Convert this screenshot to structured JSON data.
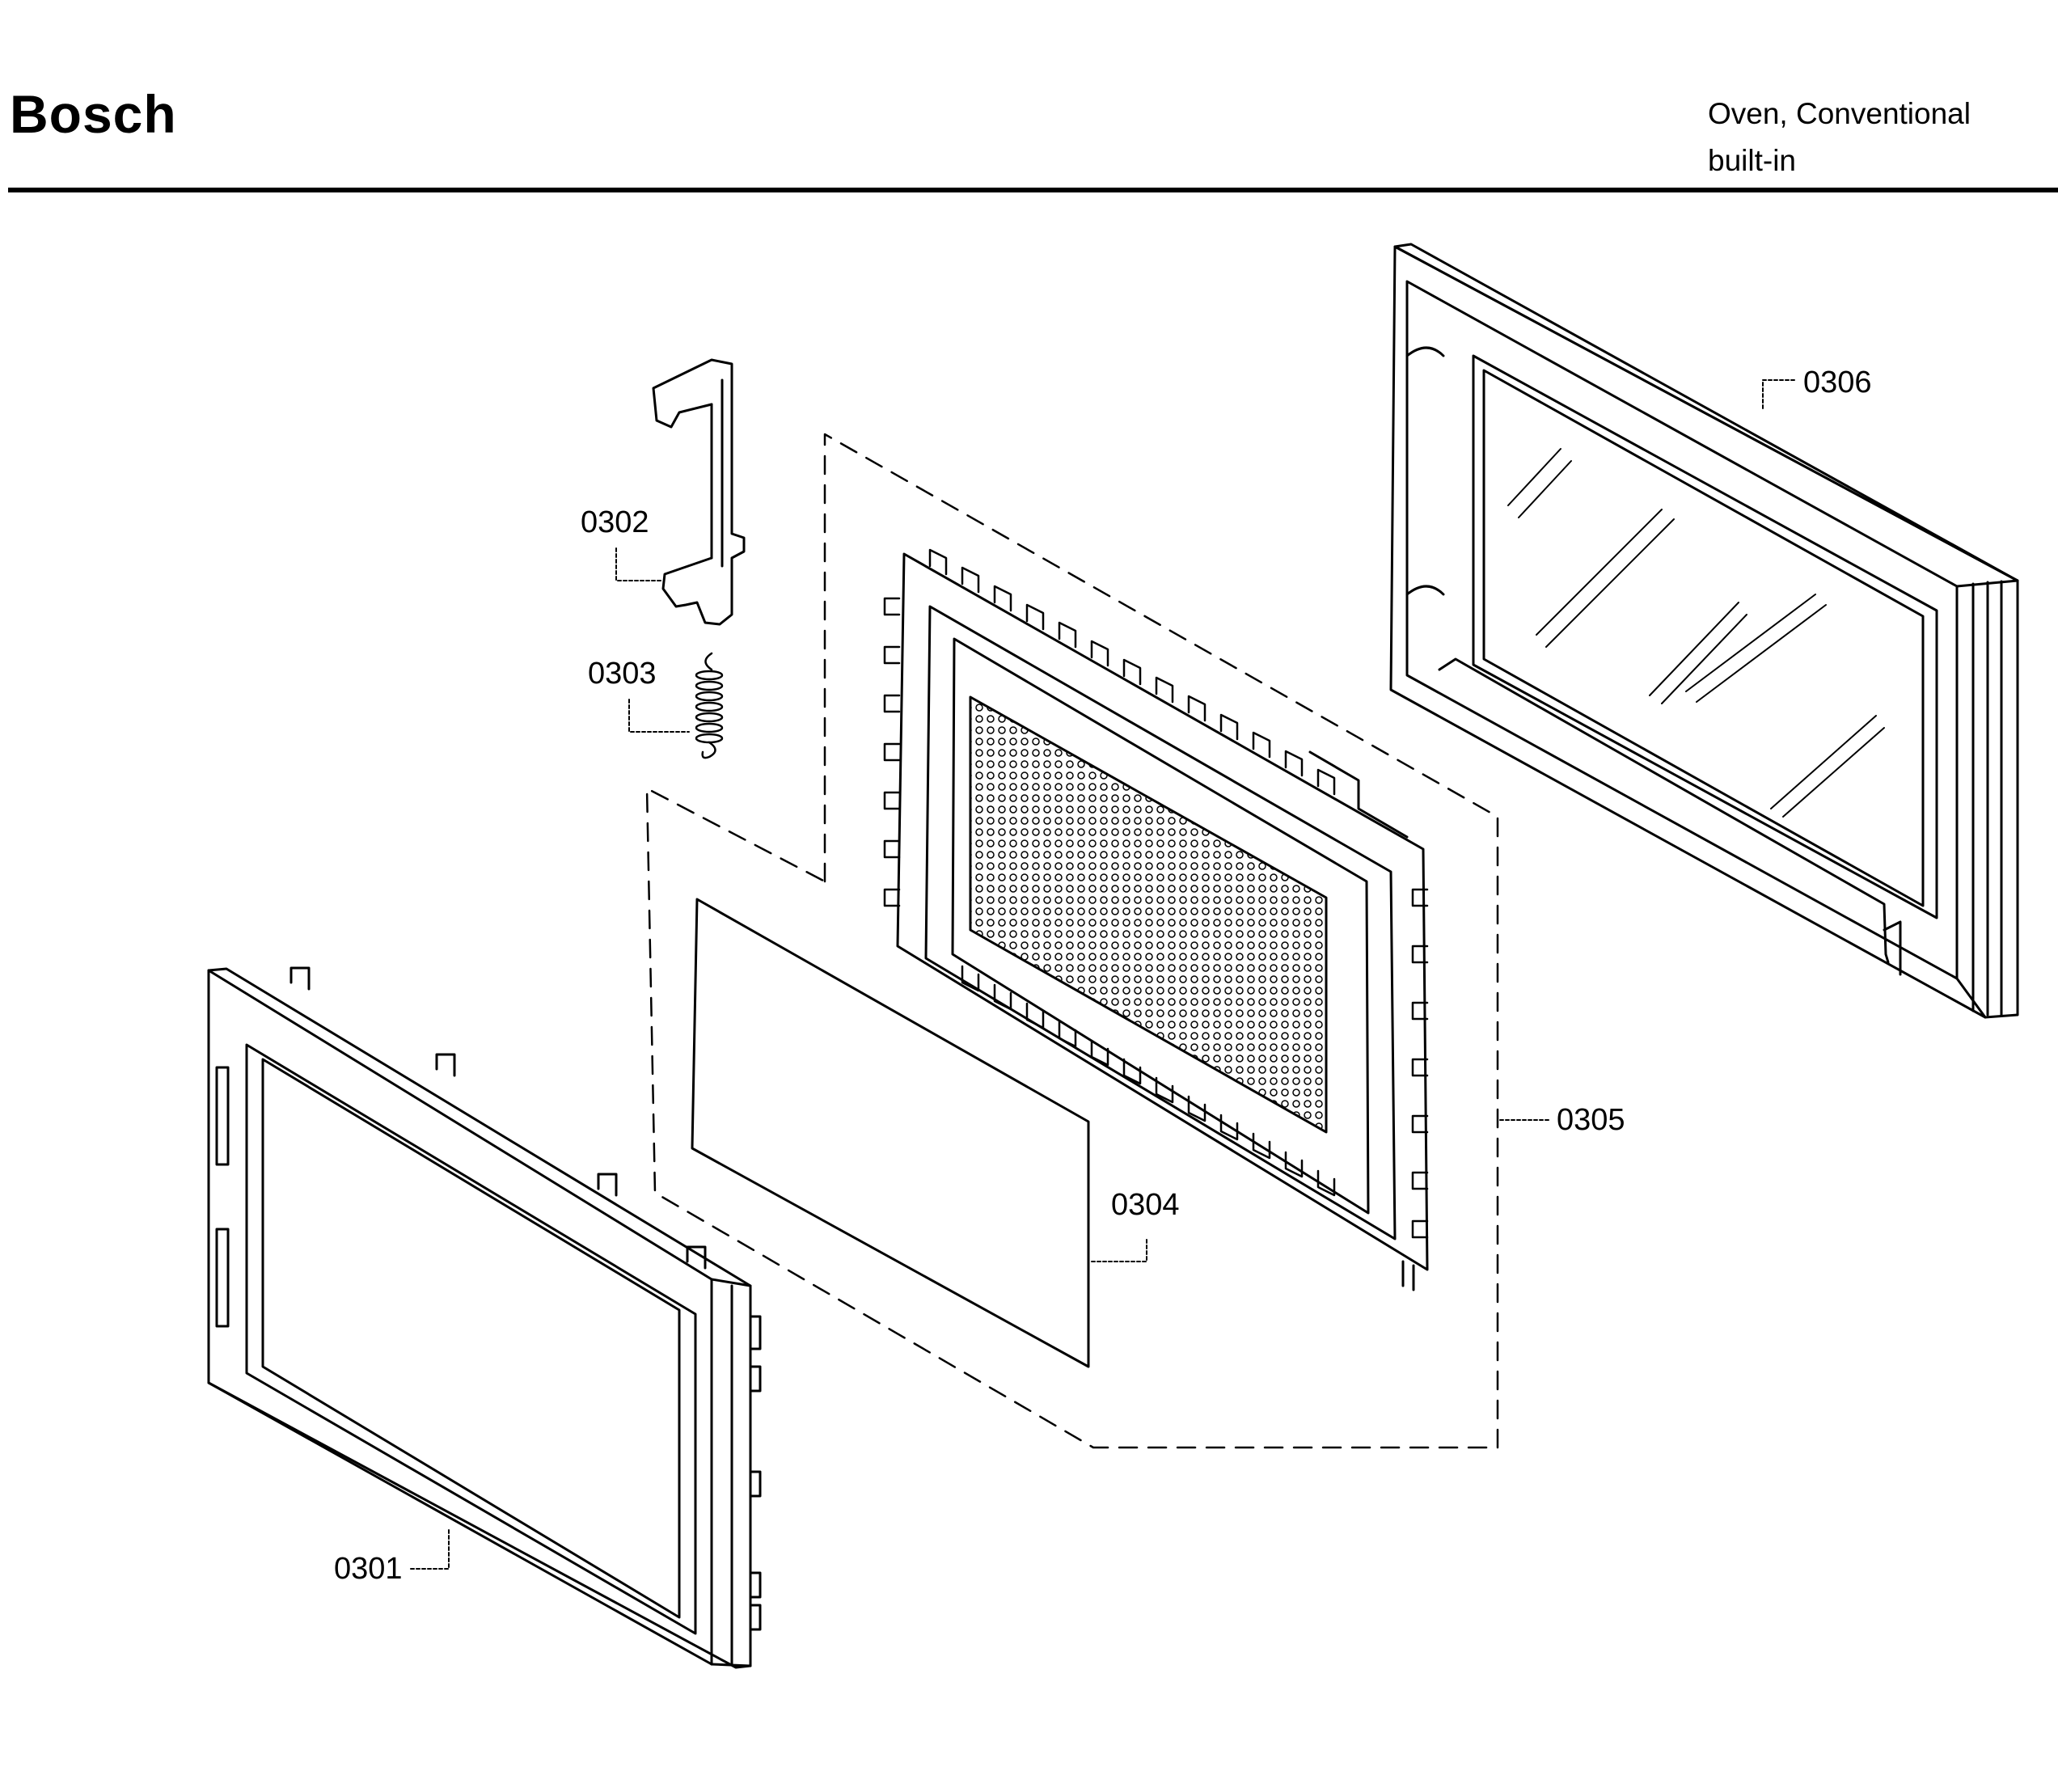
{
  "header": {
    "brand": "Bosch",
    "product_line1": "Oven, Conventional",
    "product_line2": "built-in"
  },
  "parts": [
    {
      "id": "0301",
      "label": "0301"
    },
    {
      "id": "0302",
      "label": "0302"
    },
    {
      "id": "0303",
      "label": "0303"
    },
    {
      "id": "0304",
      "label": "0304"
    },
    {
      "id": "0305",
      "label": "0305"
    },
    {
      "id": "0306",
      "label": "0306"
    }
  ]
}
